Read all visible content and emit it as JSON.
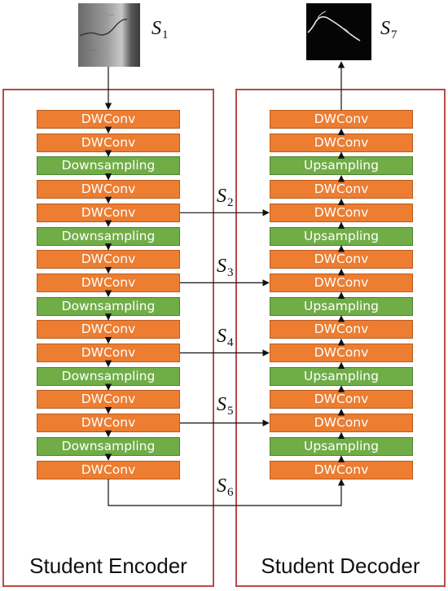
{
  "encoder": {
    "title": "Student Encoder",
    "blocks": [
      "DWConv",
      "DWConv",
      "Downsampling",
      "DWConv",
      "DWConv",
      "Downsampling",
      "DWConv",
      "DWConv",
      "Downsampling",
      "DWConv",
      "DWConv",
      "Downsampling",
      "DWConv",
      "DWConv",
      "Downsampling",
      "DWConv"
    ]
  },
  "decoder": {
    "title": "Student Decoder",
    "blocks": [
      "DWConv",
      "DWConv",
      "Upsampling",
      "DWConv",
      "DWConv",
      "Upsampling",
      "DWConv",
      "DWConv",
      "Upsampling",
      "DWConv",
      "DWConv",
      "Upsampling",
      "DWConv",
      "DWConv",
      "Upsampling",
      "DWConv"
    ]
  },
  "labels": {
    "s1": {
      "letter": "S",
      "sub": "1"
    },
    "s2": {
      "letter": "S",
      "sub": "2"
    },
    "s3": {
      "letter": "S",
      "sub": "3"
    },
    "s4": {
      "letter": "S",
      "sub": "4"
    },
    "s5": {
      "letter": "S",
      "sub": "5"
    },
    "s6": {
      "letter": "S",
      "sub": "6"
    },
    "s7": {
      "letter": "S",
      "sub": "7"
    }
  },
  "colors": {
    "conv": "#ed7d31",
    "sampling": "#70ad47",
    "panel_border": "#b84a4a",
    "arrow": "#111111"
  }
}
